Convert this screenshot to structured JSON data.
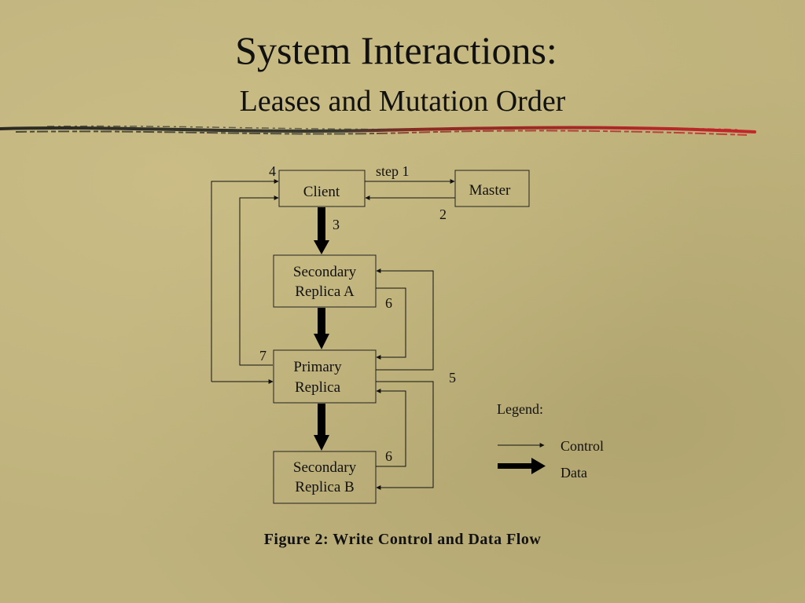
{
  "slide": {
    "title": "System Interactions:",
    "subtitle": "Leases and Mutation Order"
  },
  "diagram": {
    "nodes": {
      "client": [
        "Client"
      ],
      "master": [
        "Master"
      ],
      "secondary_a": [
        "Secondary",
        "Replica A"
      ],
      "primary": [
        "Primary",
        "Replica"
      ],
      "secondary_b": [
        "Secondary",
        "Replica B"
      ]
    },
    "step_labels": {
      "step1": "step 1",
      "step2": "2",
      "step3": "3",
      "step4": "4",
      "step5": "5",
      "step6a": "6",
      "step6b": "6",
      "step7": "7"
    },
    "legend": {
      "title": "Legend:",
      "control": "Control",
      "data": "Data"
    },
    "colors": {
      "ink": "#111111",
      "divider_red": "#b3262a",
      "background": "#bfb27c"
    }
  },
  "caption": "Figure 2:  Write Control and Data Flow"
}
